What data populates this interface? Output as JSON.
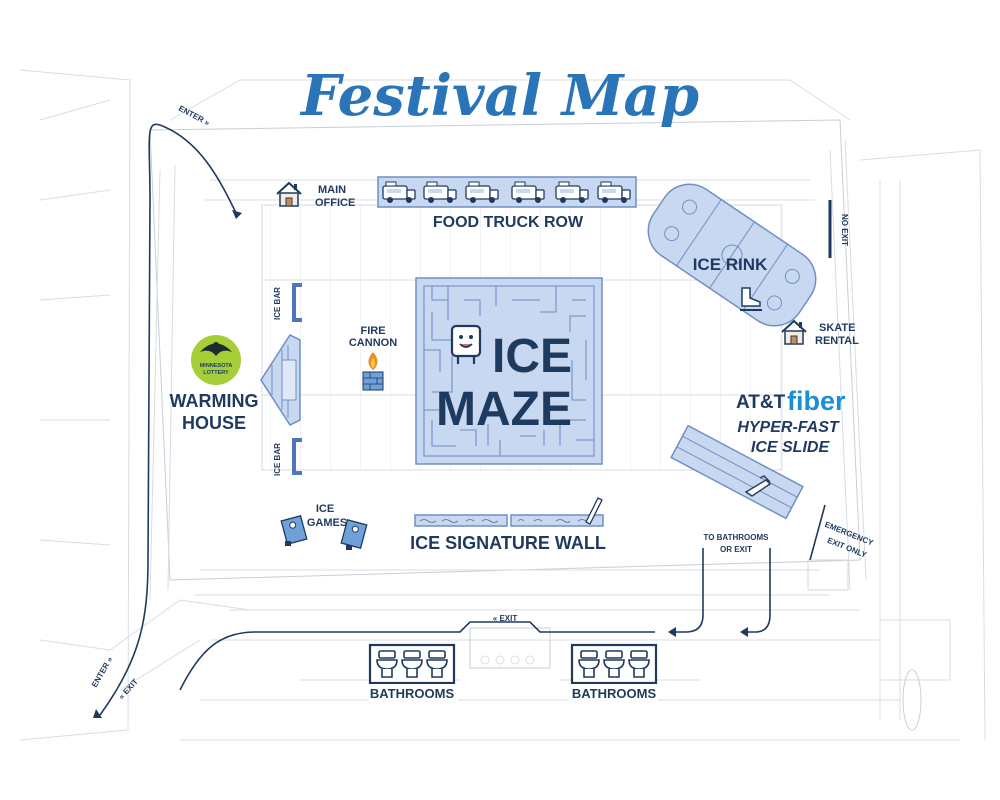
{
  "title": "Festival Map",
  "labels": {
    "main_office_1": "MAIN",
    "main_office_2": "OFFICE",
    "food_truck_row": "FOOD TRUCK ROW",
    "ice_rink": "ICE RINK",
    "no_exit": "NO EXIT",
    "skate_rental_1": "SKATE",
    "skate_rental_2": "RENTAL",
    "ice_bar_top": "ICE BAR",
    "ice_bar_bottom": "ICE BAR",
    "fire_cannon_1": "FIRE",
    "fire_cannon_2": "CANNON",
    "ice_maze_1": "ICE",
    "ice_maze_2": "MAZE",
    "sponsor_logo_1": "MINNESOTA",
    "sponsor_logo_2": "LOTTERY",
    "warming_house_1": "WARMING",
    "warming_house_2": "HOUSE",
    "slide_sponsor_att": "AT&T",
    "slide_sponsor_fiber": "fiber",
    "ice_slide_1": "HYPER-FAST",
    "ice_slide_2": "ICE SLIDE",
    "ice_games_1": "ICE",
    "ice_games_2": "GAMES",
    "ice_signature_wall": "ICE SIGNATURE WALL",
    "to_bathrooms_1": "TO BATHROOMS",
    "to_bathrooms_2": "OR EXIT",
    "emergency_exit_1": "EMERGENCY",
    "emergency_exit_2": "EXIT ONLY",
    "enter_top": "ENTER »",
    "enter_bottom": "ENTER »",
    "exit_bottom_left": "« EXIT",
    "exit_path": "« EXIT",
    "bathrooms_left": "BATHROOMS",
    "bathrooms_right": "BATHROOMS"
  },
  "colors": {
    "navy": "#1f3a5f",
    "title_blue": "#2a74b8",
    "zone_fill": "#c9d8f1",
    "lottery_green": "#a6ce39",
    "fiber_blue": "#1b8fd6"
  },
  "icons": {
    "main_office": "house-icon",
    "skate_rental": "house-icon",
    "food_trucks": "food-truck-icon",
    "fire_cannon": "fire-icon",
    "ice_games": "cornhole-icon",
    "bathrooms": "toilet-icon",
    "maze_mascot": "ice-cube-icon"
  }
}
